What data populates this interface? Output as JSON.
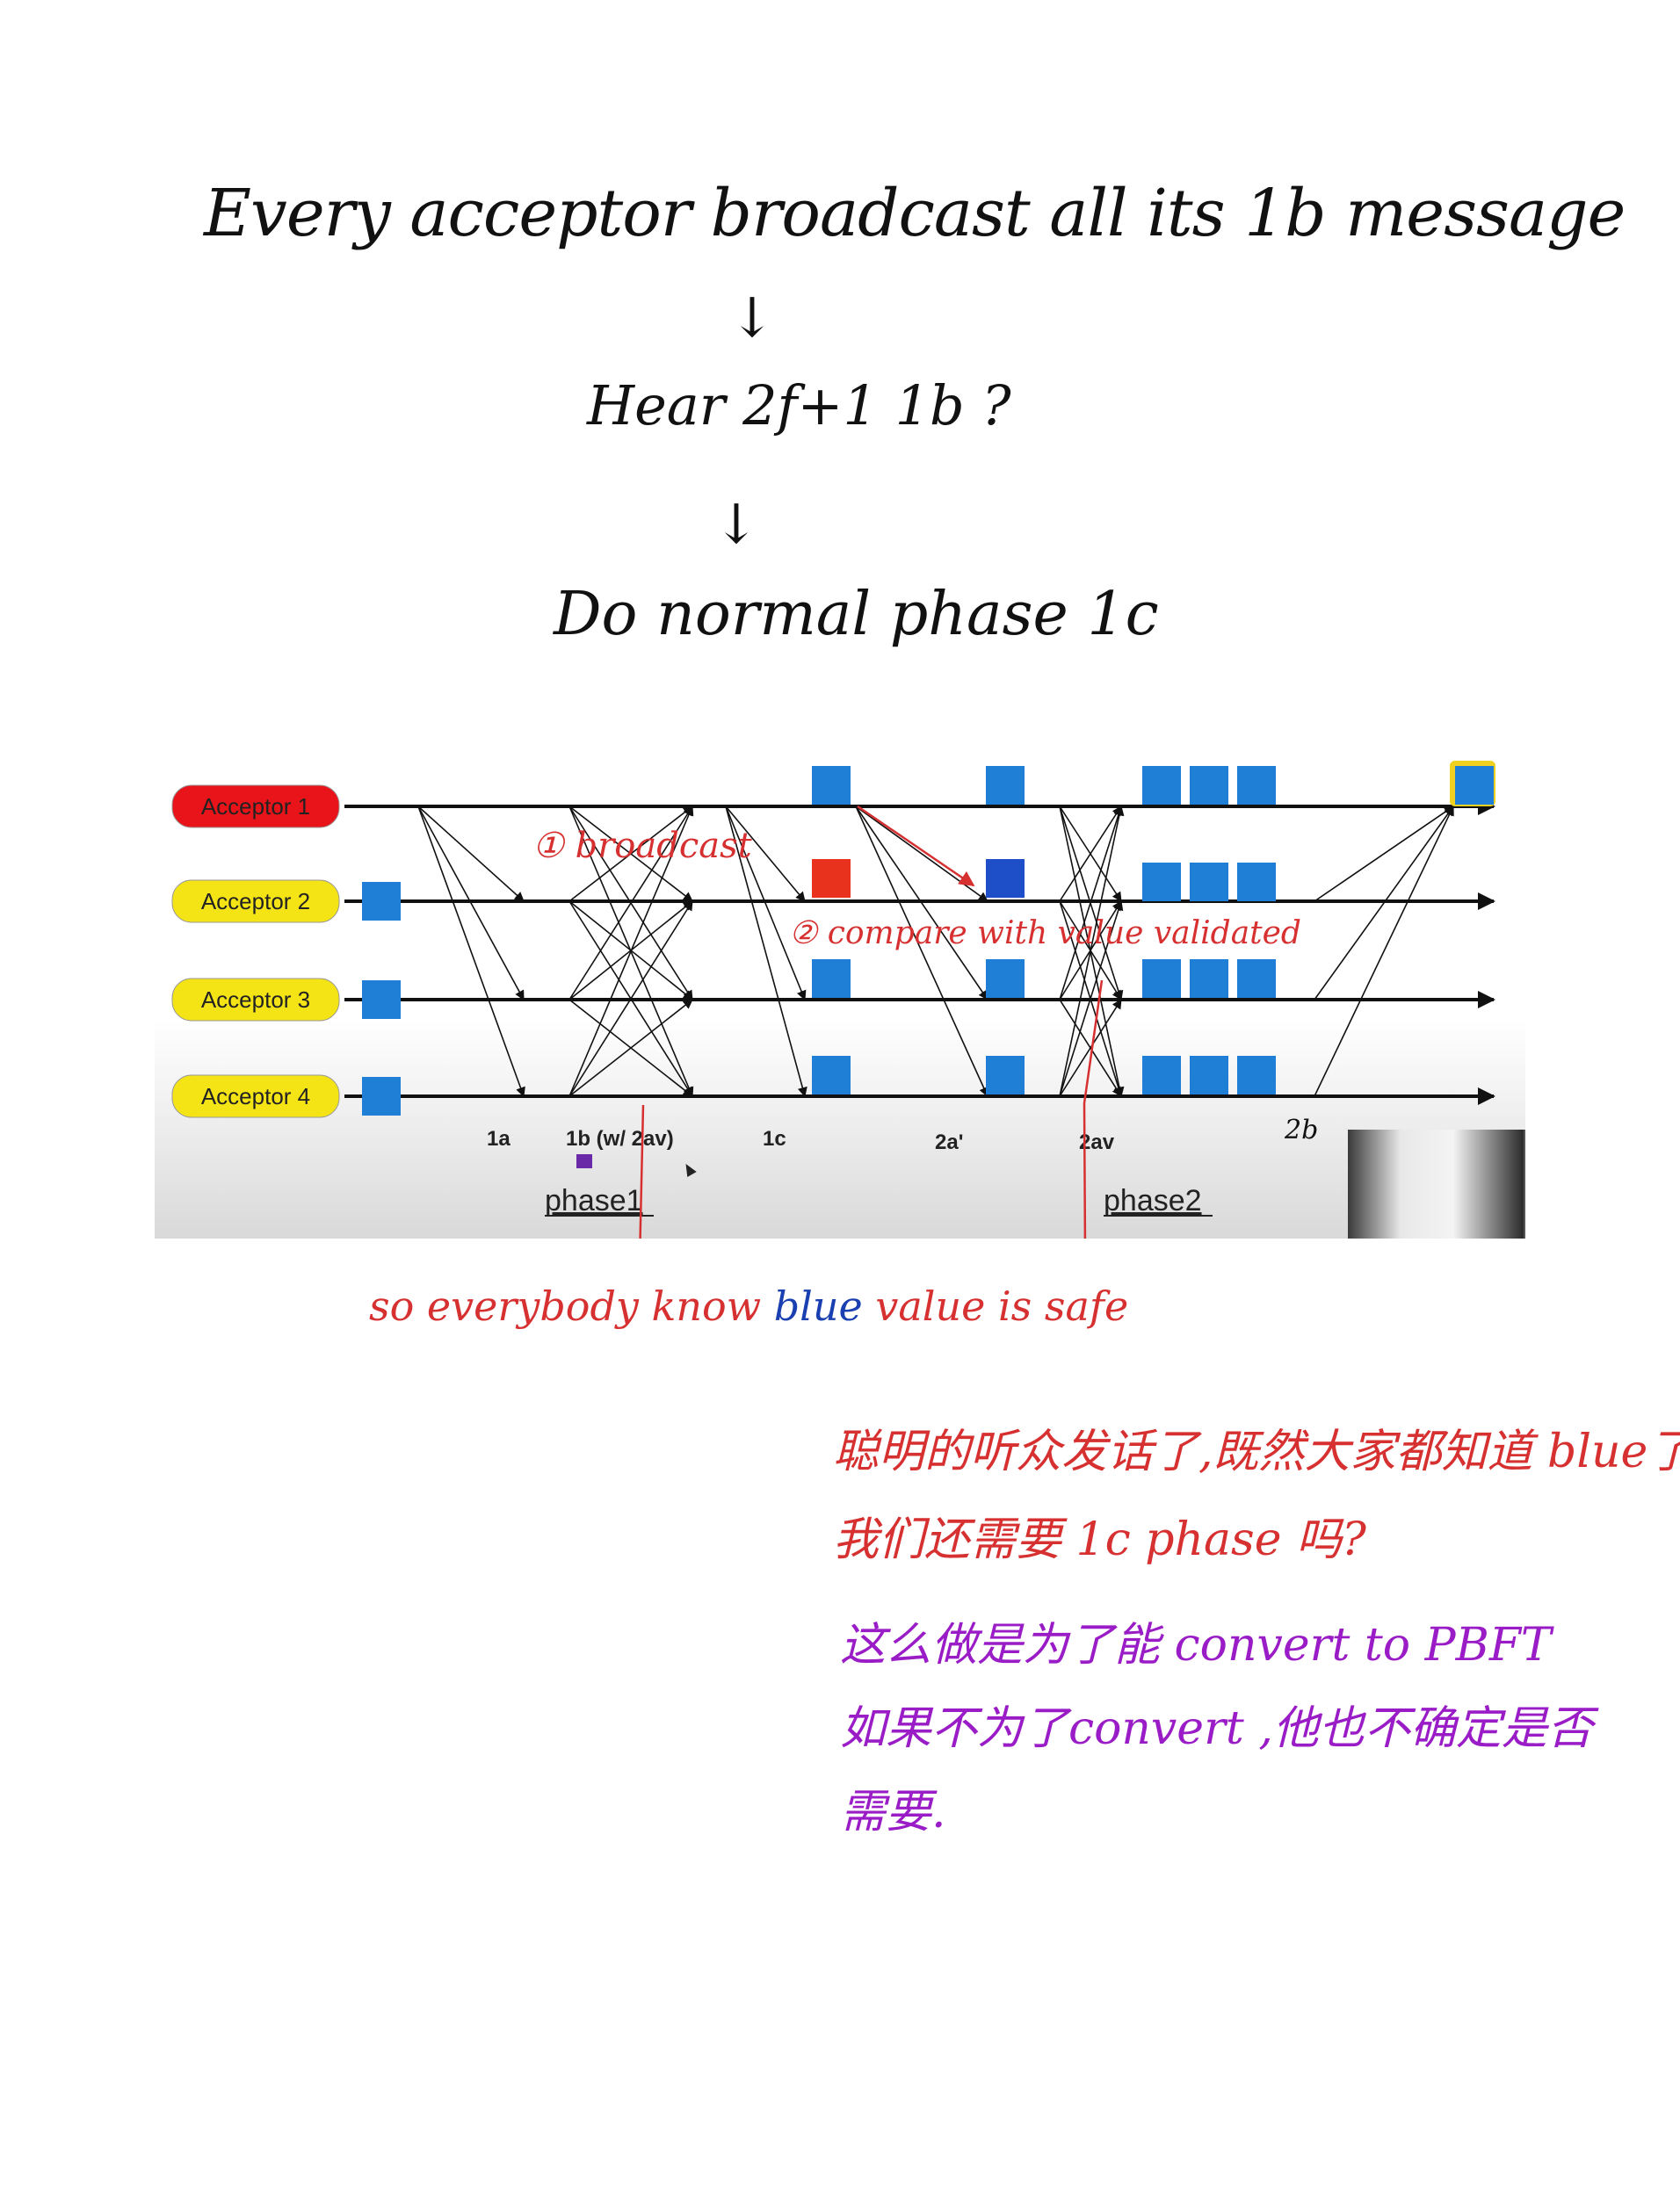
{
  "notes": {
    "title": "Every acceptor broadcast all its 1b message",
    "arrow1": "↓",
    "hear": "Hear 2f+1 1b ?",
    "arrow2": "↓",
    "do_normal": "Do normal phase 1c",
    "broadcast": "① broadcast",
    "compare": "② compare with value validated",
    "safe_prefix": "so everybody know ",
    "safe_blue": "blue",
    "safe_suffix": " value is safe",
    "cn_line1": "聪明的听众发话了,既然大家都知道 blue了",
    "cn_line2": "我们还需要 1c phase 吗?",
    "cn_line3": "这么做是为了能 convert to PBFT",
    "cn_line4": "如果不为了convert ,他也不确定是否",
    "cn_line5": "需要."
  },
  "diagram": {
    "acceptors": [
      {
        "label": "Acceptor 1",
        "color": "#e8141a"
      },
      {
        "label": "Acceptor 2",
        "color": "#f4e416"
      },
      {
        "label": "Acceptor 3",
        "color": "#f4e416"
      },
      {
        "label": "Acceptor 4",
        "color": "#f4e416"
      }
    ],
    "step_labels": [
      "1a",
      "1b (w/ 2av)",
      "1c",
      "2a'",
      "2av",
      "2b"
    ],
    "phase_labels": [
      "phase1",
      "phase2"
    ],
    "colors": {
      "square": "#1f7fd6",
      "square_red": "#e8321e",
      "square_dark": "#1f4fc8",
      "square_purple": "#6a2aa8",
      "highlight": "#f0d020",
      "annotation_red": "#d63030"
    }
  }
}
